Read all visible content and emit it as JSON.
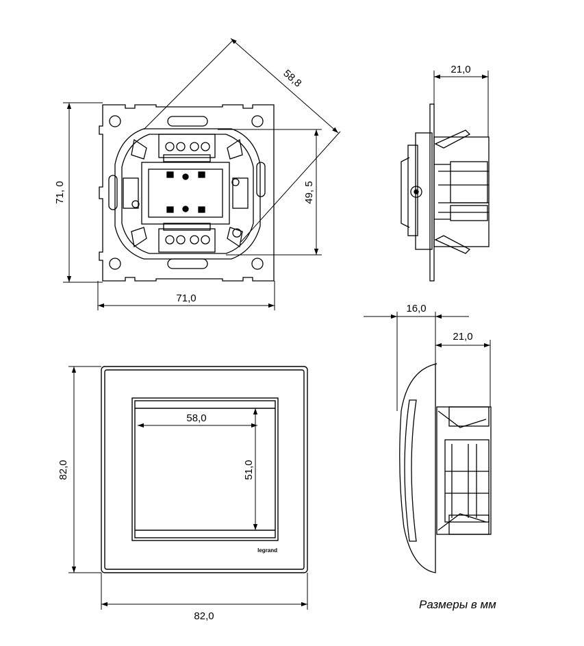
{
  "dimensions": {
    "top_front_height": "71, 0",
    "top_front_width": "71,0",
    "top_front_diagonal": "58,8",
    "top_front_inner_height": "49, 5",
    "top_side_depth": "21,0",
    "bottom_front_height": "82,0",
    "bottom_front_width": "82,0",
    "bottom_inner_width": "58,0",
    "bottom_inner_height": "51,0",
    "bottom_side_frame_depth": "16,0",
    "bottom_side_mechanism_depth": "21,0"
  },
  "brand_logo": "legrand",
  "units_note": "Размеры в мм",
  "colors": {
    "line": "#000000",
    "background": "#ffffff"
  }
}
